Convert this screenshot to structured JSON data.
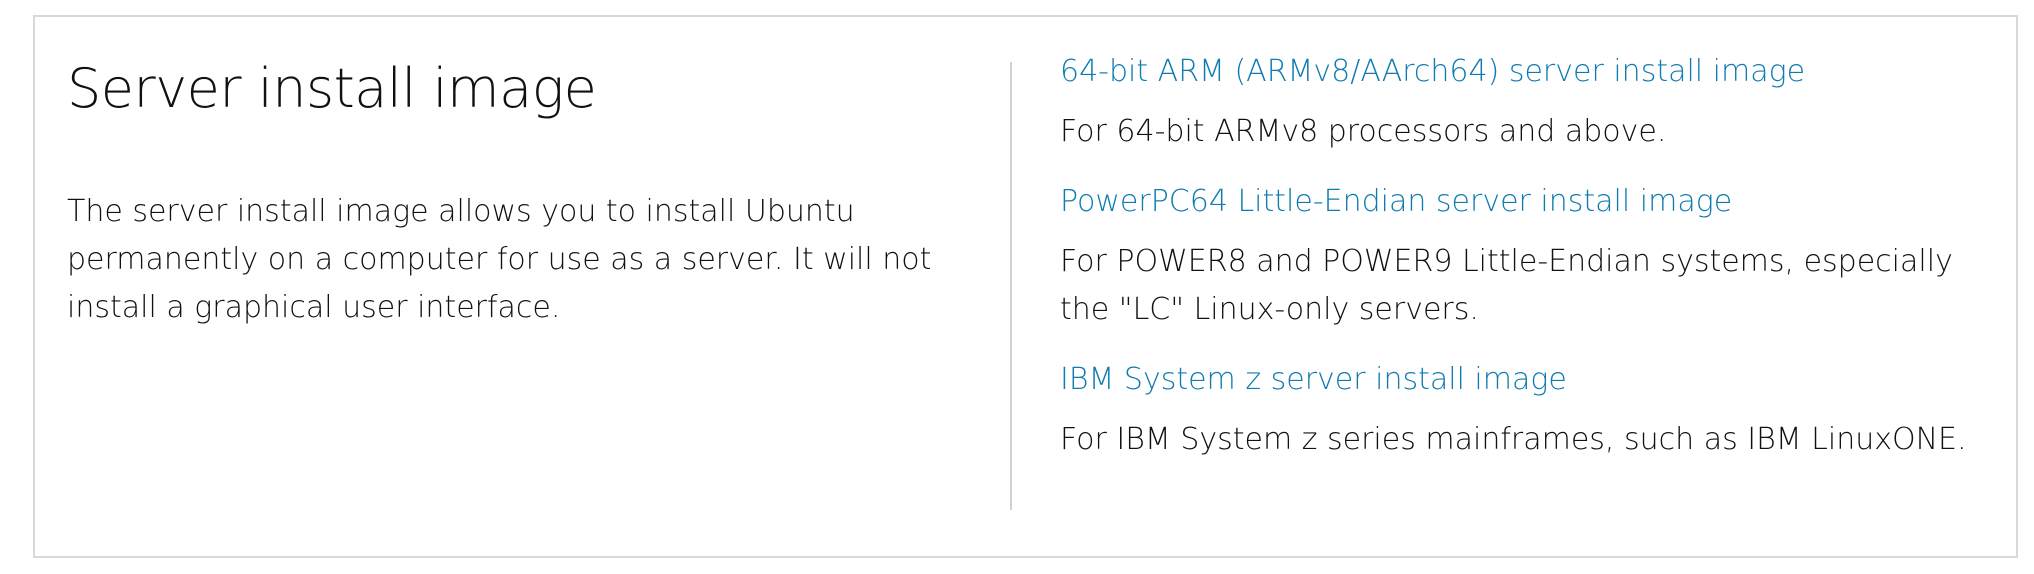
{
  "section": {
    "title": "Server install image",
    "description": "The server install image allows you to install Ubuntu permanently on a computer for use as a server. It will not install a graphical user interface."
  },
  "downloads": [
    {
      "link_text": "64-bit ARM (ARMv8/AArch64) server install image",
      "description": "For 64-bit ARMv8 processors and above."
    },
    {
      "link_text": "PowerPC64 Little-Endian server install image",
      "description": "For POWER8 and POWER9 Little-Endian systems, especially the \"LC\" Linux-only servers."
    },
    {
      "link_text": "IBM System z server install image",
      "description": "For IBM System z series mainframes, such as IBM LinuxONE."
    }
  ],
  "colors": {
    "link": "#0f7bb0",
    "text": "#111111",
    "border": "#d9d9d9"
  }
}
